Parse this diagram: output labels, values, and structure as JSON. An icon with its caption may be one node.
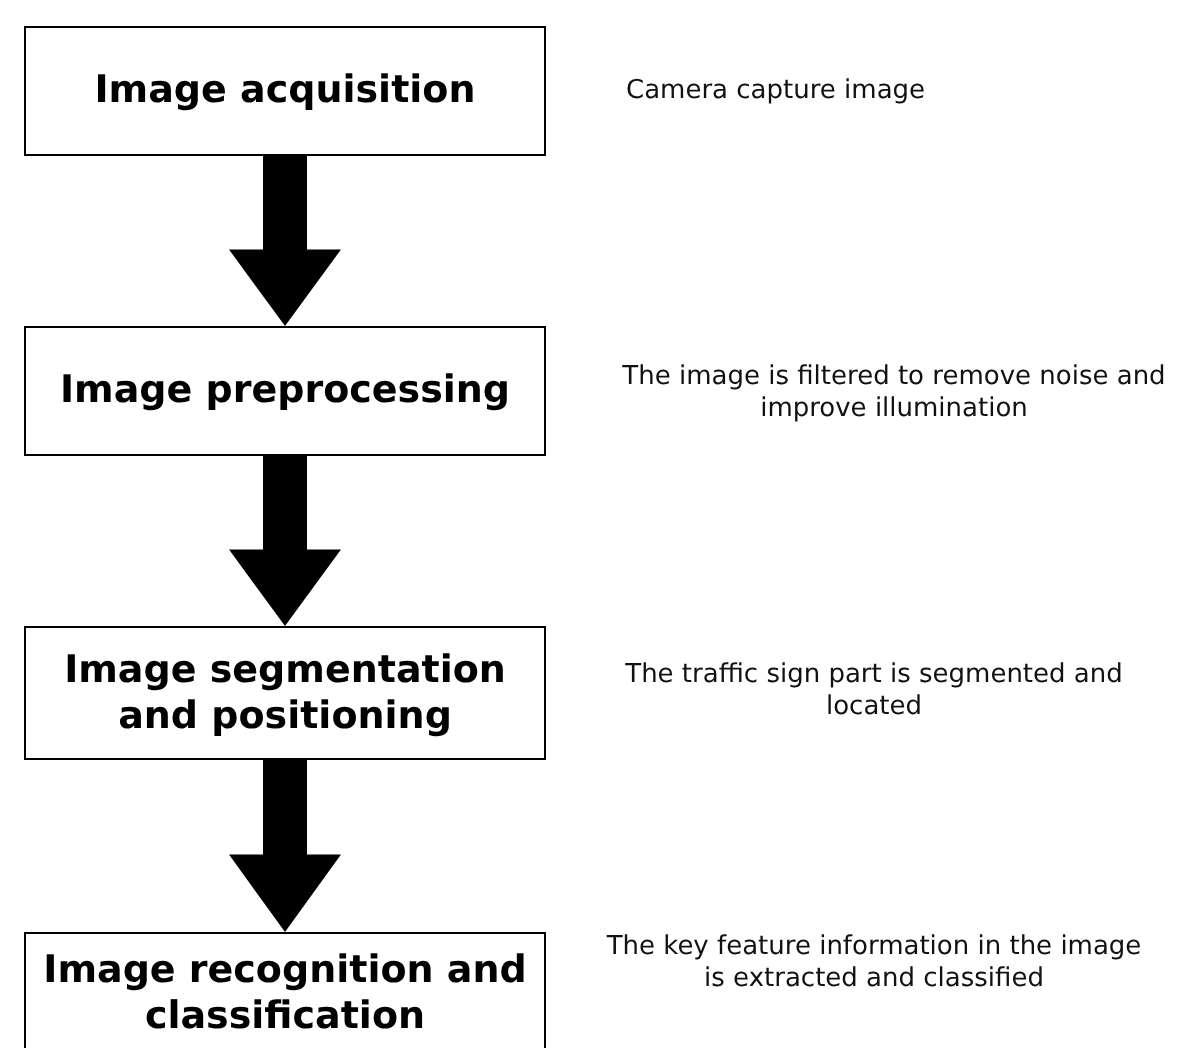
{
  "diagram": {
    "nodes": [
      {
        "text": [
          "Image acquisition"
        ],
        "beside": [
          "Camera capture image"
        ]
      },
      {
        "text": [
          "Image preprocessing"
        ],
        "beside": [
          "The image is filtered to remove noise and improve illumination"
        ]
      },
      {
        "text": [
          "Image segmentation and positioning"
        ],
        "beside": [
          "The traffic sign part is segmented and located"
        ]
      },
      {
        "text": [
          "Image recognition and classification"
        ],
        "beside": [
          "The key feature information in the image is extracted and classified"
        ]
      }
    ],
    "edges": [
      {
        "from": 0,
        "to": 1,
        "arrow": "to"
      },
      {
        "from": 1,
        "to": 2,
        "arrow": "to"
      },
      {
        "from": 2,
        "to": 3,
        "arrow": "to"
      }
    ]
  }
}
